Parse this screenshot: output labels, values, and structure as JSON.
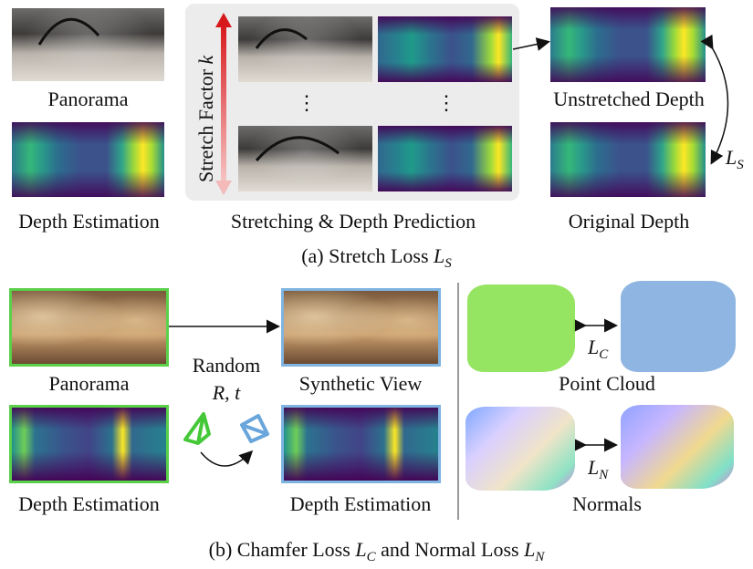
{
  "top": {
    "panorama_label": "Panorama",
    "depth_estimation_label": "Depth Estimation",
    "stretch_factor_label": "Stretch Factor",
    "stretch_factor_symbol": "k",
    "vertical_dots": "⋮",
    "middle_caption": "Stretching & Depth Prediction",
    "unstretched_label": "Unstretched Depth",
    "original_label": "Original Depth",
    "loss_symbol": "L",
    "loss_sub": "S",
    "caption_prefix": "(a) Stretch Loss ",
    "caption_symbol": "L",
    "caption_sub": "S"
  },
  "bottom": {
    "panorama_label": "Panorama",
    "depth_estimation_left_label": "Depth Estimation",
    "random_label": "Random",
    "r_symbol": "R",
    "comma": ", ",
    "t_symbol": "t",
    "synthetic_label": "Synthetic View",
    "depth_estimation_right_label": "Depth Estimation",
    "point_cloud_label": "Point Cloud",
    "normals_label": "Normals",
    "lc_symbol": "L",
    "lc_sub": "C",
    "ln_symbol": "L",
    "ln_sub": "N",
    "caption_prefix": "(b) Chamfer Loss ",
    "caption_c_symbol": "L",
    "caption_c_sub": "C",
    "caption_mid": " and Normal Loss ",
    "caption_n_symbol": "L",
    "caption_n_sub": "N"
  },
  "colors": {
    "green_border": "#5bd14a",
    "blue_border": "#7fb3e0",
    "stretch_arrow_red": "#d7191c",
    "point_cloud_green": "#8fe35a",
    "point_cloud_blue": "#8fb6e2"
  }
}
